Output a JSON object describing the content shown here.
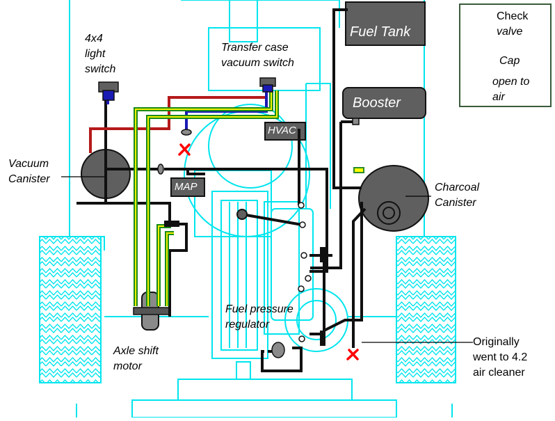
{
  "colors": {
    "outline": "#00e5ee",
    "hose": "#101010",
    "component": "#5f5f5f",
    "red_line": "#b51a1a",
    "blue_line": "#1a1ab5",
    "green_line": "#1a8a1a",
    "yellow_line": "#f0f000",
    "cap_yellow": "#ffff00",
    "cap_green": "#2a8a2a",
    "x_mark": "#ff0000"
  },
  "legend": {
    "check_valve_line1": "Check",
    "check_valve_line2": "valve",
    "cap": "Cap",
    "open_line1": "open to",
    "open_line2": "air",
    "check_valve_icon": "check-valve-icon",
    "cap_icon": "cap-icon",
    "open_icon": "x-mark-icon"
  },
  "components": {
    "fuel_tank": "Fuel Tank",
    "booster": "Booster",
    "hvac": "HVAC",
    "map": "MAP"
  },
  "labels": {
    "light_switch": [
      "4x4",
      "light",
      "switch"
    ],
    "transfer_case": [
      "Transfer case",
      "vacuum switch"
    ],
    "vacuum_canister": [
      "Vacuum",
      "Canister"
    ],
    "charcoal_canister": [
      "Charcoal",
      "Canister"
    ],
    "axle_shift": [
      "Axle shift",
      "motor"
    ],
    "fuel_pressure": [
      "Fuel pressure",
      "regulator"
    ],
    "originally": [
      "Originally",
      "went to 4.2",
      "air cleaner"
    ]
  }
}
